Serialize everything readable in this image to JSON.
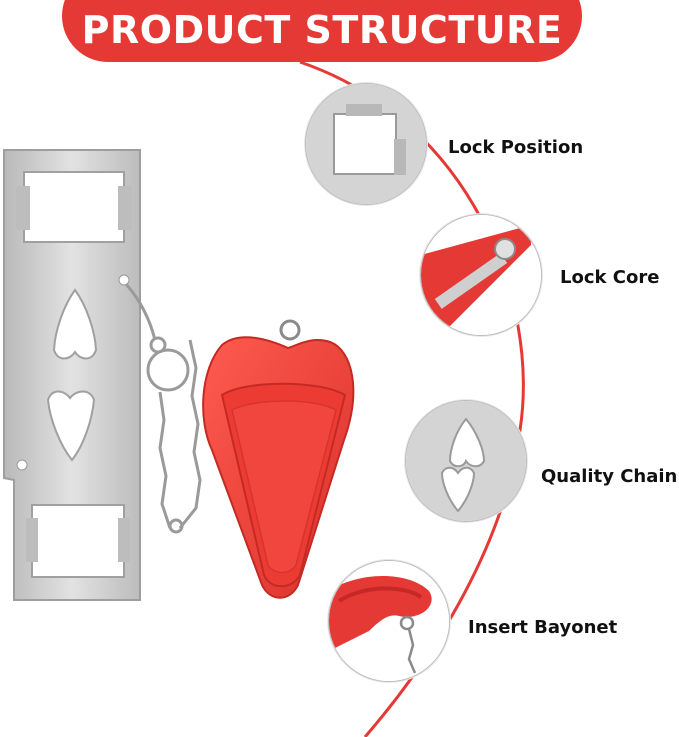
{
  "banner": {
    "title": "PRODUCT STRUCTURE",
    "color": "#e53935"
  },
  "colors": {
    "accent": "#e53935",
    "steel": "#c8c8c8",
    "steel_dark": "#9e9e9e"
  },
  "features": [
    {
      "label": "Lock Position",
      "icon": "square-slot-icon"
    },
    {
      "label": "Lock Core",
      "icon": "rivet-core-icon"
    },
    {
      "label": "Quality Chain",
      "icon": "cutout-plate-icon"
    },
    {
      "label": "Insert Bayonet",
      "icon": "bayonet-chain-icon"
    }
  ]
}
